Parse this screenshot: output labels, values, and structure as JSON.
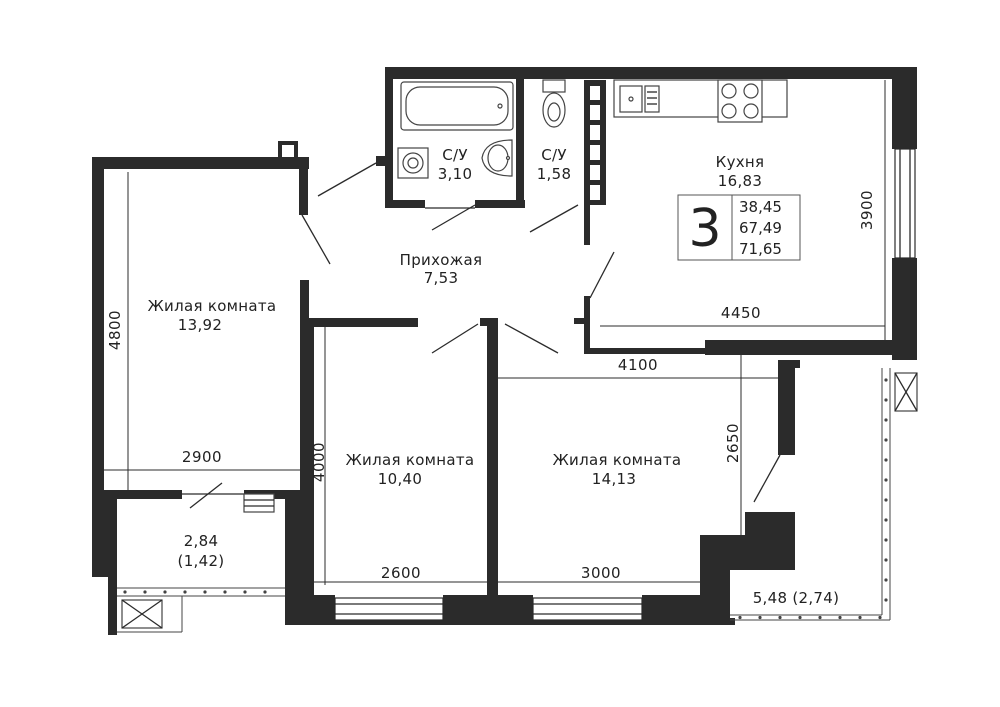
{
  "rooms": {
    "bathroom1": {
      "name": "С/У",
      "area": "3,10"
    },
    "bathroom2": {
      "name": "С/У",
      "area": "1,58"
    },
    "kitchen": {
      "name": "Кухня",
      "area": "16,83"
    },
    "hall": {
      "name": "Прихожая",
      "area": "7,53"
    },
    "living1": {
      "name": "Жилая комната",
      "area": "13,92"
    },
    "living2": {
      "name": "Жилая комната",
      "area": "10,40"
    },
    "living3": {
      "name": "Жилая комната",
      "area": "14,13"
    },
    "balcony_left": {
      "area": "2,84",
      "area_reduced": "(1,42)"
    },
    "balcony_right": {
      "label": "5,48 (2,74)"
    }
  },
  "summary": {
    "rooms_count": "3",
    "living_area": "38,45",
    "total_area": "67,49",
    "total_area_with_balconies": "71,65"
  },
  "dimensions": {
    "kitchen_height": "3900",
    "kitchen_width": "4450",
    "living1_height": "4800",
    "living1_width": "2900",
    "living2_height": "4000",
    "living2_width": "2600",
    "living3_span": "4100",
    "living3_height": "2650",
    "living3_width": "3000"
  }
}
